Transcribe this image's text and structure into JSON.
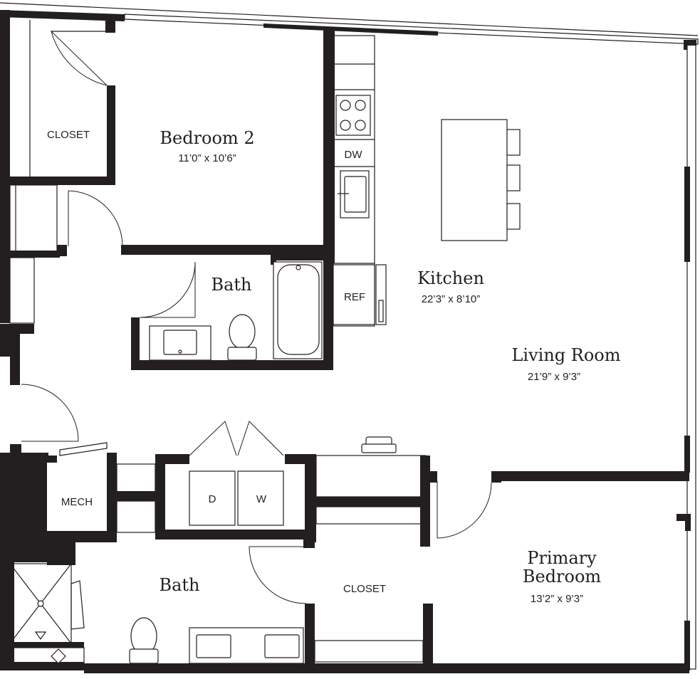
{
  "rooms": {
    "bedroom2": {
      "name": "Bedroom 2",
      "dims": "11’0” x 10’6”"
    },
    "kitchen": {
      "name": "Kitchen",
      "dims": "22’3” x 8’10”"
    },
    "living": {
      "name": "Living Room",
      "dims": "21’9” x 9’3”"
    },
    "primary": {
      "name_line1": "Primary",
      "name_line2": "Bedroom",
      "dims": "13’2” x 9’3”"
    },
    "bath_upper": {
      "name": "Bath"
    },
    "bath_lower": {
      "name": "Bath"
    },
    "closet_upper": {
      "name": "CLOSET"
    },
    "closet_lower": {
      "name": "CLOSET"
    },
    "mech": {
      "name": "MECH"
    }
  },
  "appliances": {
    "dishwasher": "DW",
    "refrigerator": "REF",
    "dryer": "D",
    "washer": "W"
  }
}
